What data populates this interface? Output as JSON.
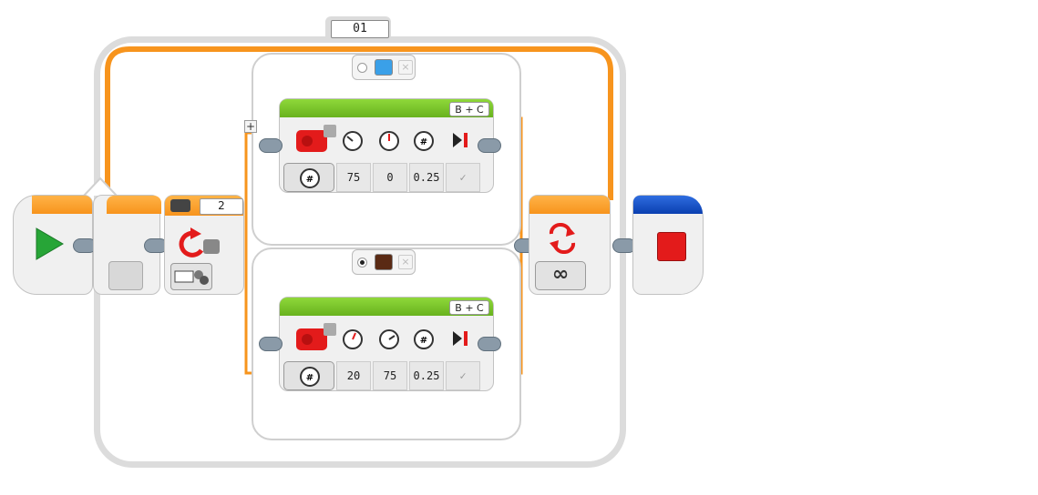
{
  "loop": {
    "name_label": "01",
    "mode_symbol": "∞"
  },
  "switch": {
    "port_value": "2",
    "cases": [
      {
        "selected": false,
        "color_name": "blue",
        "color": "#3aa0e8"
      },
      {
        "selected": true,
        "color_name": "brown",
        "color": "#5a2a14"
      }
    ]
  },
  "move_blocks": [
    {
      "ports": "B + C",
      "params": [
        "75",
        "0",
        "0.25"
      ]
    },
    {
      "ports": "B + C",
      "params": [
        "20",
        "75",
        "0.25"
      ]
    }
  ],
  "colors": {
    "loop_orange": "#f7941d",
    "move_green": "#6cc524",
    "start_green": "#27a537",
    "stop_red": "#e31b1b",
    "stop_blue": "#0a3fb0"
  }
}
